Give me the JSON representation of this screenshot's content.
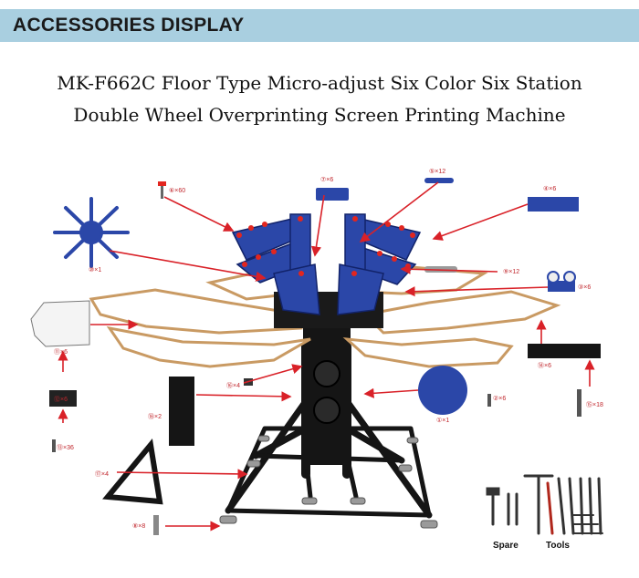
{
  "banner": {
    "title": "ACCESSORIES DISPLAY"
  },
  "heading": {
    "line1": "MK-F662C   Floor Type Micro-adjust Six Color Six Station",
    "line2": "Double Wheel Overprinting Screen Printing Machine"
  },
  "callouts": {
    "c1": "①×1",
    "c2": "②×6",
    "c3": "③×6",
    "c4": "④×6",
    "c5": "⑤×12",
    "c6": "⑥×60",
    "c7": "⑦×6",
    "c8": "⑧×8",
    "c9": "⑨×12",
    "c10": "⑩×1",
    "c11": "⑪×6",
    "c12": "⑫×6",
    "c13": "⑬×36",
    "c14": "⑭×6",
    "c15": "⑮×18",
    "c16": "⑯×4",
    "c17": "⑰×4",
    "c18": "⑱×2"
  },
  "spare_tools": {
    "spare": "Spare",
    "tools": "Tools"
  },
  "colors": {
    "banner": "#a9cfe0",
    "machine_blue": "#2b47a8",
    "arrow_red": "#d92128",
    "frame_black": "#151515",
    "pallet_wood": "#c99a63"
  }
}
